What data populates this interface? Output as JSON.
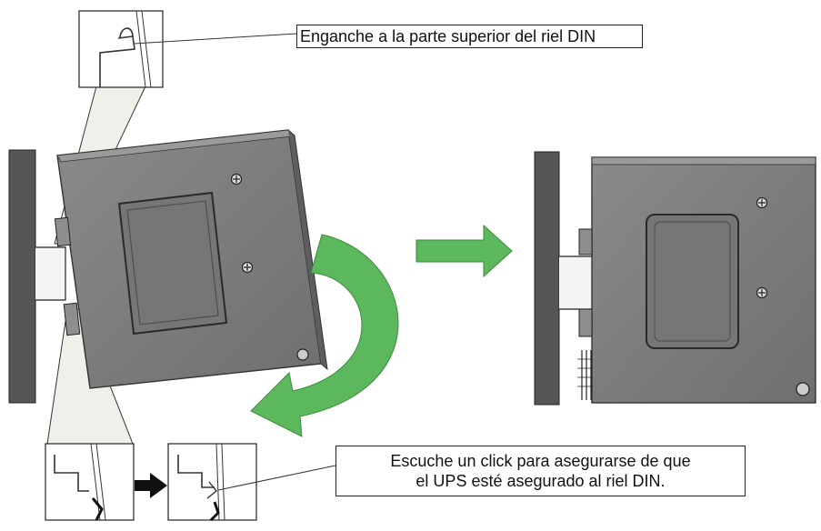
{
  "callouts": {
    "top": "Enganche a la parte superior del riel DIN",
    "bottom_line1": "Escuche un click para asegurarse de que",
    "bottom_line2": "el UPS esté asegurado al riel DIN."
  },
  "colors": {
    "ups_body": "#7f7f7f",
    "ups_edge": "#3a3a3a",
    "din_rail": "#555555",
    "arrow_green": "#5cb85c",
    "zoom_beam": "#eef0ea"
  },
  "icons": [
    "rotate-arrow-icon",
    "forward-arrow-icon",
    "step-arrow-icon",
    "screw-icon"
  ]
}
